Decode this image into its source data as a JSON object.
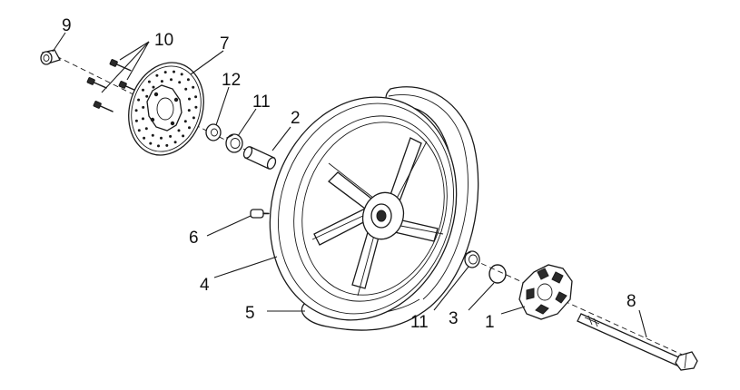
{
  "callouts": [
    {
      "id": "label-9",
      "text": "9"
    },
    {
      "id": "label-10",
      "text": "10"
    },
    {
      "id": "label-7",
      "text": "7"
    },
    {
      "id": "label-12",
      "text": "12"
    },
    {
      "id": "label-11-top",
      "text": "11"
    },
    {
      "id": "label-2",
      "text": "2"
    },
    {
      "id": "label-6",
      "text": "6"
    },
    {
      "id": "label-4",
      "text": "4"
    },
    {
      "id": "label-5",
      "text": "5"
    },
    {
      "id": "label-11-bottom",
      "text": "11"
    },
    {
      "id": "label-3",
      "text": "3"
    },
    {
      "id": "label-1",
      "text": "1"
    },
    {
      "id": "label-8",
      "text": "8"
    }
  ]
}
